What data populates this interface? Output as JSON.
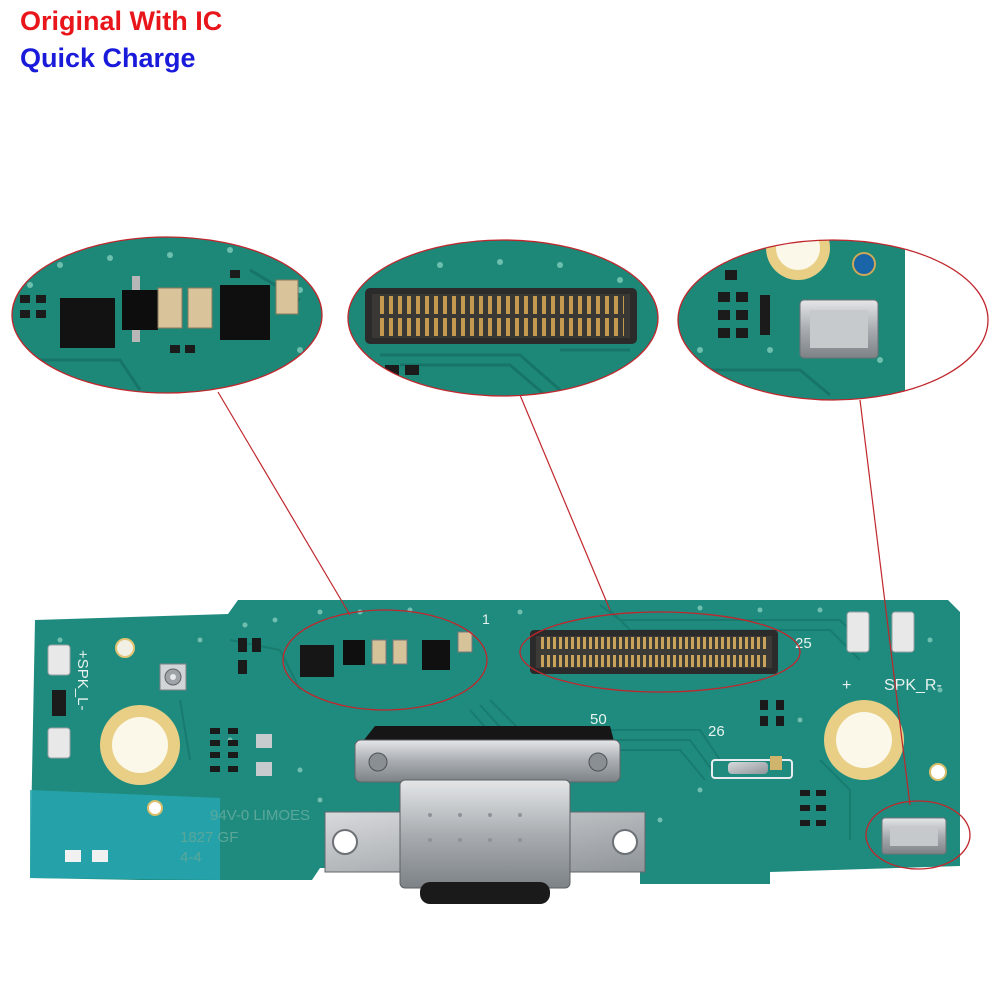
{
  "captions": {
    "line1": "Original With IC",
    "line2": "Quick Charge"
  },
  "colors": {
    "line1": "#e8161b",
    "line2": "#1a1adb",
    "pcb": "#1f8b7e",
    "pcb_dark": "#136b61",
    "leader_line": "#c0272d"
  },
  "board_labels": {
    "spk_left": "+SPK_L-",
    "spk_right": "SPK_R-",
    "plus": "+",
    "pin_1": "1",
    "pin_25": "25",
    "pin_26": "26",
    "pin_50": "50",
    "fab_line1": "94V-0 LIMOES",
    "fab_line2": "1827  GF",
    "fab_line3": "4-4"
  }
}
